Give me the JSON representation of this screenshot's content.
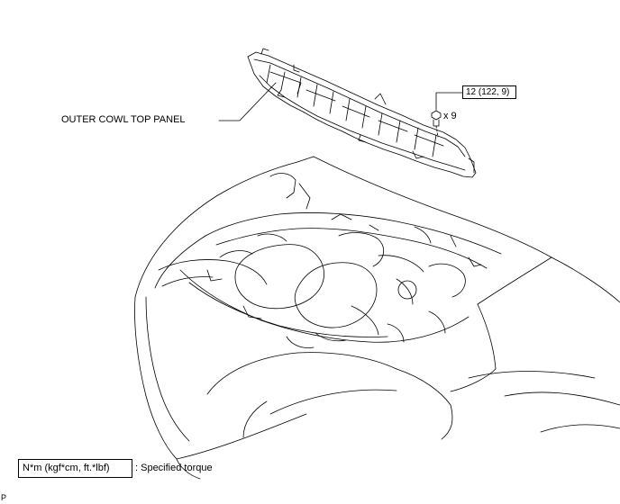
{
  "part_label": "OUTER COWL TOP PANEL",
  "torque_spec": "12 (122, 9)",
  "fastener_quantity": "x 9",
  "legend": {
    "unit_box": "N*m (kgf*cm, ft.*lbf)",
    "description": ": Specified torque"
  },
  "footer_code": "P"
}
